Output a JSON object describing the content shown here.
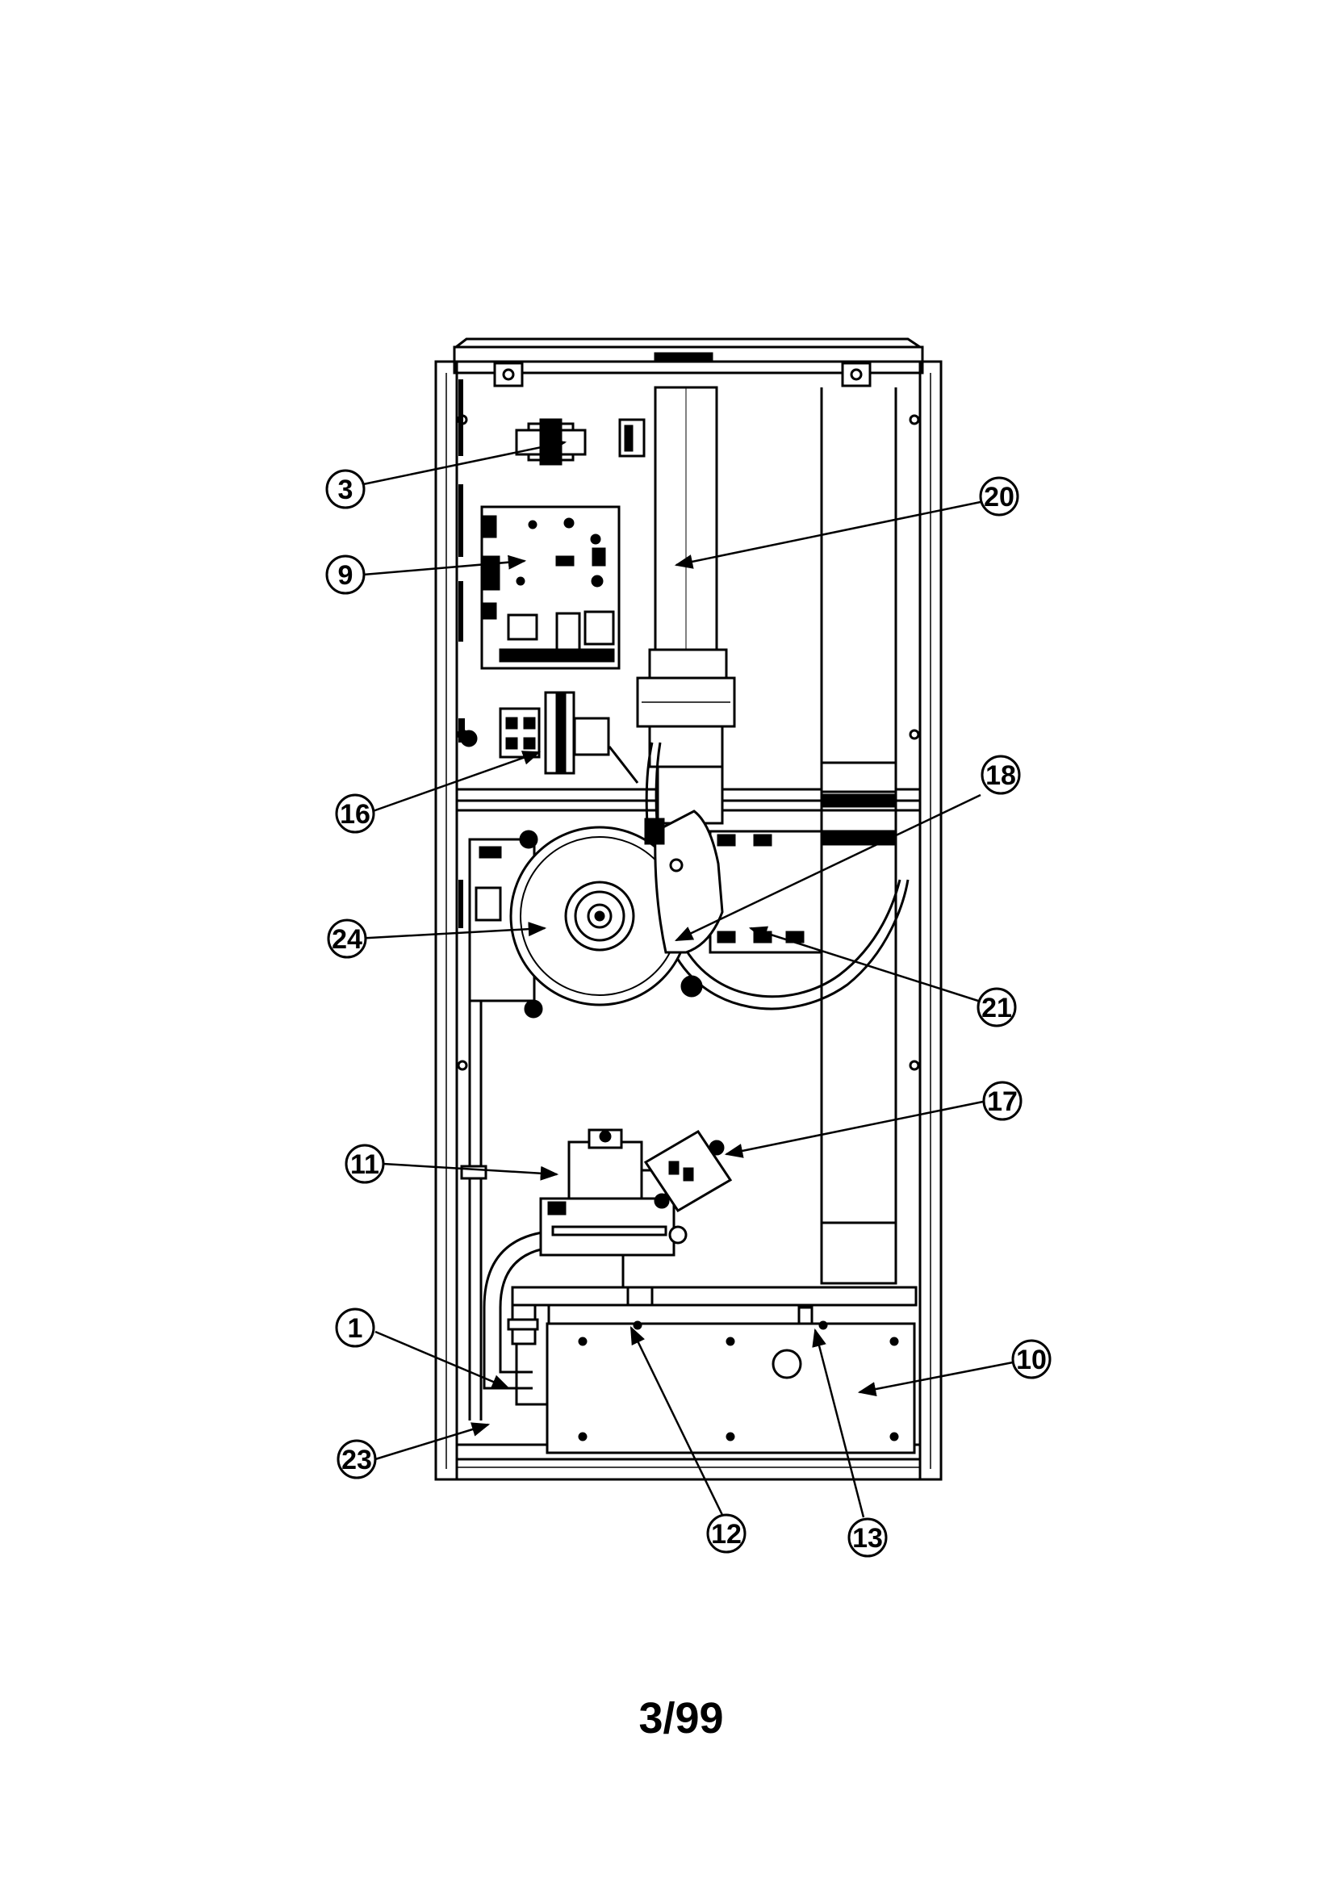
{
  "callouts": [
    {
      "id": "3",
      "label": "3"
    },
    {
      "id": "9",
      "label": "9"
    },
    {
      "id": "16",
      "label": "16"
    },
    {
      "id": "24",
      "label": "24"
    },
    {
      "id": "11",
      "label": "11"
    },
    {
      "id": "1",
      "label": "1"
    },
    {
      "id": "23",
      "label": "23"
    },
    {
      "id": "12",
      "label": "12"
    },
    {
      "id": "13",
      "label": "13"
    },
    {
      "id": "10",
      "label": "10"
    },
    {
      "id": "17",
      "label": "17"
    },
    {
      "id": "21",
      "label": "21"
    },
    {
      "id": "18",
      "label": "18"
    },
    {
      "id": "20",
      "label": "20"
    }
  ],
  "revision_label": "3/99"
}
